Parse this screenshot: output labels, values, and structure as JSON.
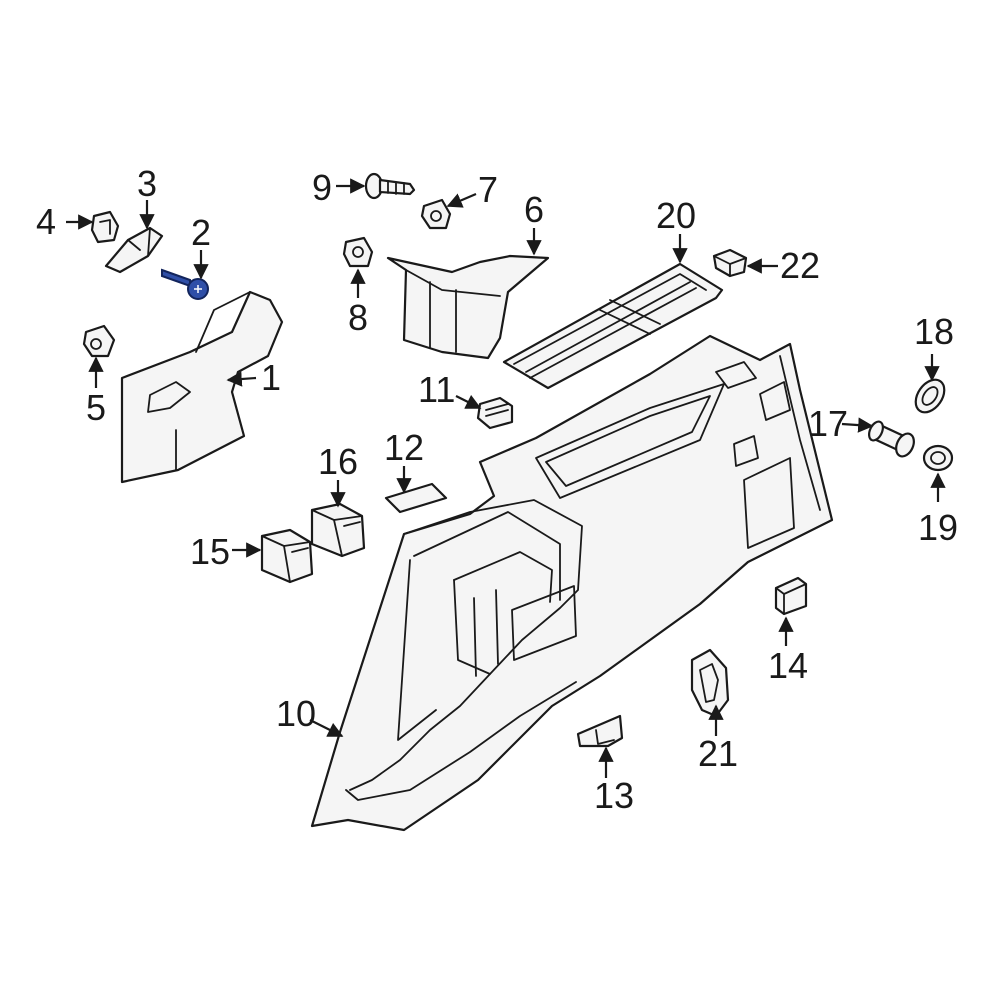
{
  "diagram": {
    "highlight_color": "#2f4fa8",
    "line_color": "#1a1a1a",
    "background": "#ffffff",
    "highlighted_part": "2",
    "callouts": [
      "1",
      "2",
      "3",
      "4",
      "5",
      "6",
      "7",
      "8",
      "9",
      "10",
      "11",
      "12",
      "13",
      "14",
      "15",
      "16",
      "17",
      "18",
      "19",
      "20",
      "21",
      "22"
    ]
  }
}
